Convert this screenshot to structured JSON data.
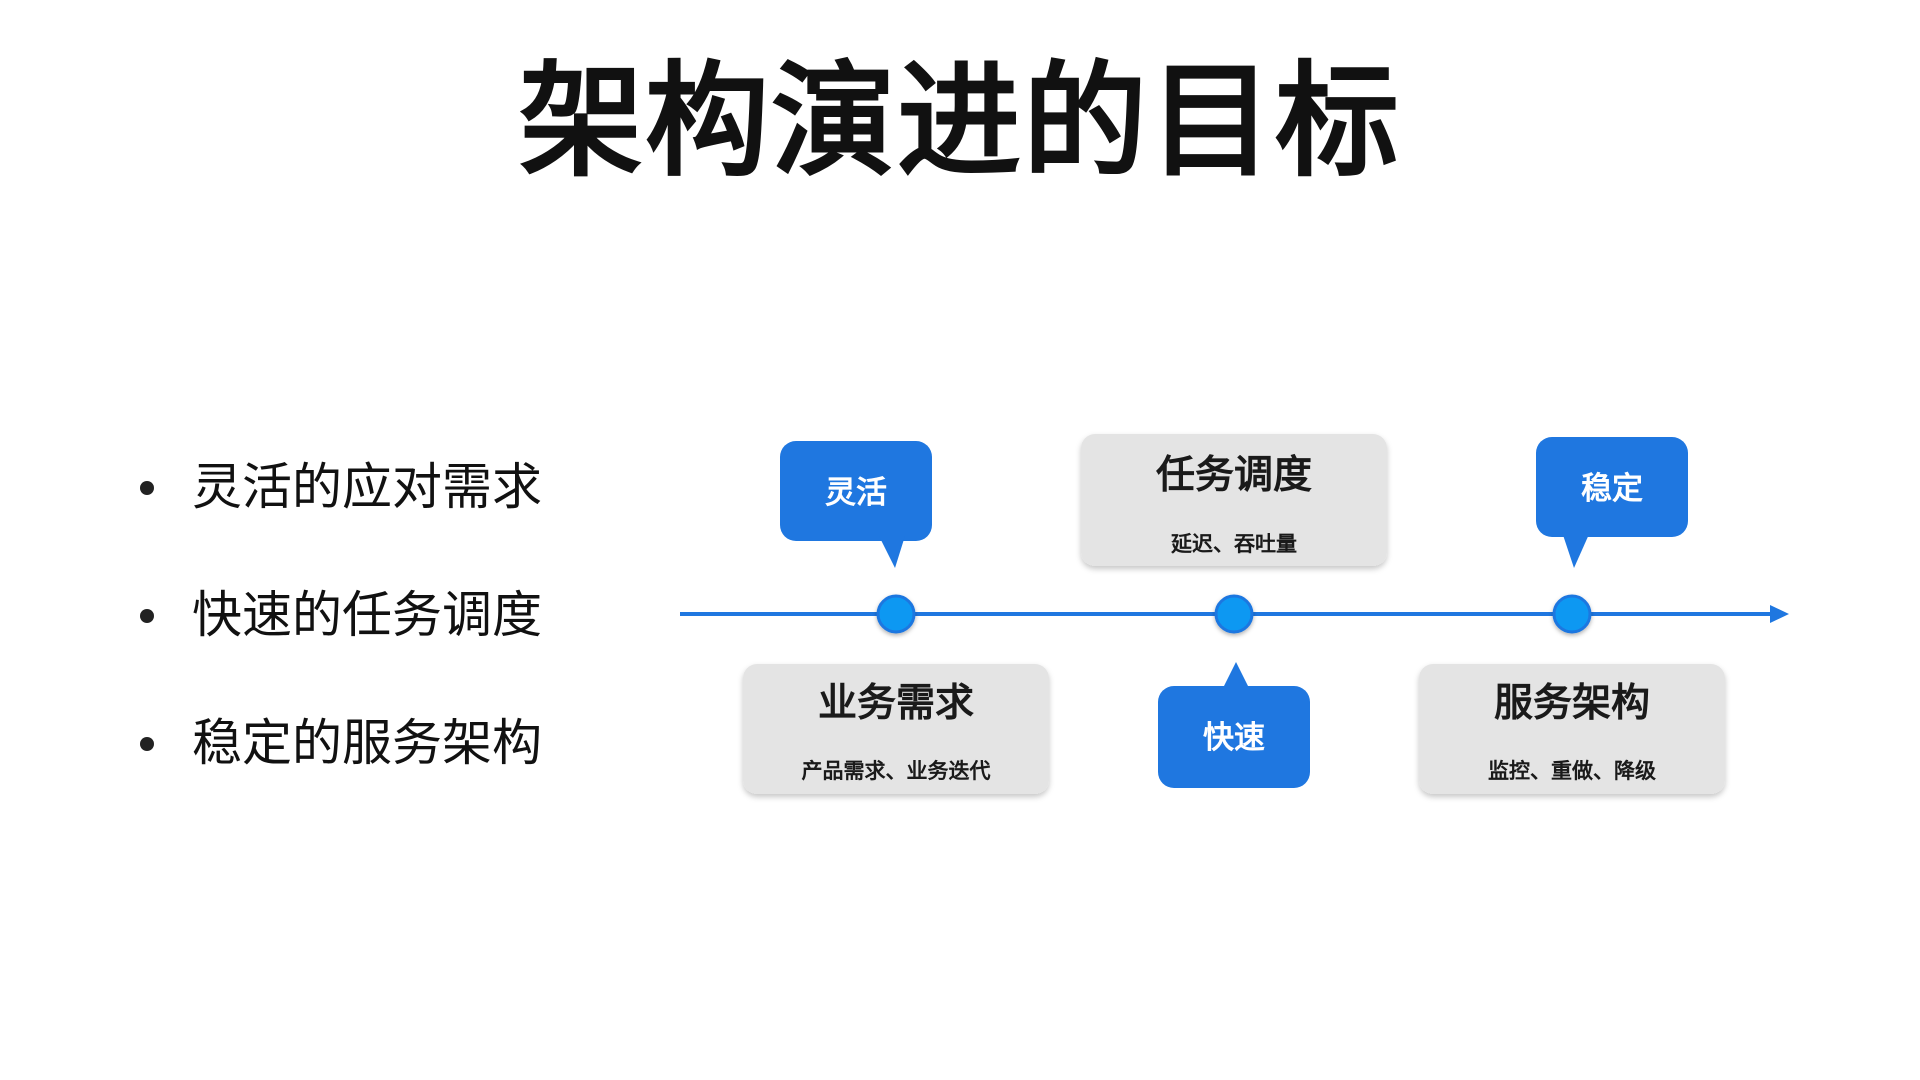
{
  "title": "架构演进的目标",
  "bullets": [
    "灵活的应对需求",
    "快速的任务调度",
    "稳定的服务架构"
  ],
  "timeline": {
    "milestones": [
      {
        "callout": "灵活",
        "card_title": "业务需求",
        "card_subtitle": "产品需求、业务迭代"
      },
      {
        "callout": "快速",
        "card_title": "任务调度",
        "card_subtitle": "延迟、吞吐量"
      },
      {
        "callout": "稳定",
        "card_title": "服务架构",
        "card_subtitle": "监控、重做、降级"
      }
    ]
  },
  "colors": {
    "accent": "#1f77e0",
    "node": "#0a98f2",
    "card": "#e4e4e4",
    "text": "#111111"
  }
}
